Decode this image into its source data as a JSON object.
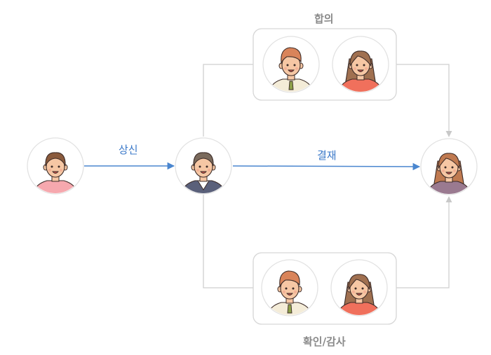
{
  "labels": {
    "submit": "상신",
    "approve": "결재",
    "consult": "합의",
    "confirm_audit": "확인/감사"
  },
  "colors": {
    "arrow_blue": "#4a86cf",
    "connector_gray": "#cfcfcf",
    "group_border": "#d6d6d6",
    "circle_border": "#e2e2e2",
    "skin": "#f6c7a4",
    "outline": "#3c2c28"
  },
  "people": {
    "drafter": {
      "icon": "person-pink-shirt",
      "hair": "#8a5a3c",
      "shirt": "#f6a8ae"
    },
    "manager": {
      "icon": "person-suit",
      "hair": "#7a6a5c",
      "shirt": "#5a607a"
    },
    "approver": {
      "icon": "woman-purple-jacket",
      "hair": "#c07a50",
      "shirt": "#9a7a90"
    },
    "consult_man": {
      "icon": "man-green-tie",
      "hair": "#d9845a",
      "shirt": "#f4ecd8"
    },
    "consult_woman": {
      "icon": "woman-coral-top",
      "hair": "#a07050",
      "shirt": "#f0705c"
    },
    "audit_man": {
      "icon": "man-green-tie",
      "hair": "#d9845a",
      "shirt": "#f4ecd8"
    },
    "audit_woman": {
      "icon": "woman-coral-top",
      "hair": "#a07050",
      "shirt": "#f0705c"
    }
  }
}
